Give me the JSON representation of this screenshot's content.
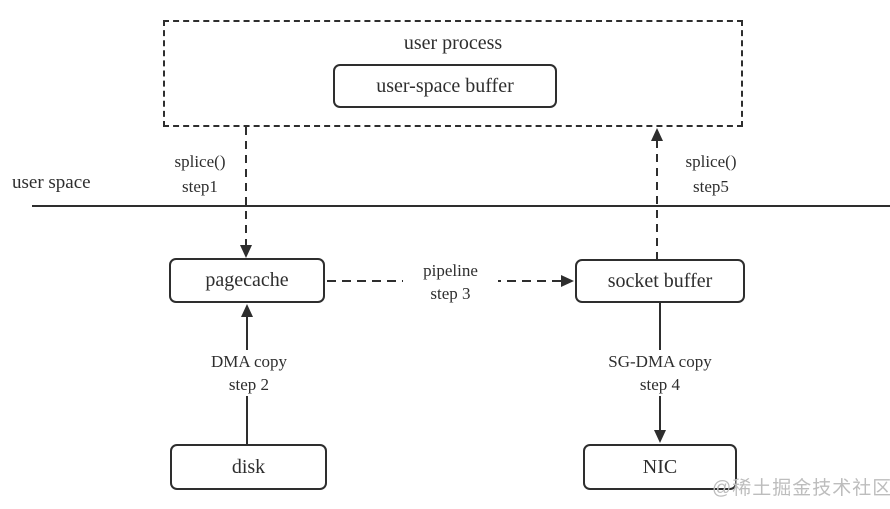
{
  "diagram": {
    "user_process": {
      "label": "user process"
    },
    "user_space_buffer": {
      "label": "user-space buffer"
    },
    "user_space": {
      "label": "user space"
    },
    "nodes": {
      "pagecache": {
        "label": "pagecache"
      },
      "socket_buffer": {
        "label": "socket buffer"
      },
      "disk": {
        "label": "disk"
      },
      "nic": {
        "label": "NIC"
      }
    },
    "arrows": {
      "splice_step1": {
        "label": "splice()",
        "step": "step1",
        "style": "dashed",
        "direction": "down",
        "from": "user process",
        "to": "pagecache"
      },
      "splice_step5": {
        "label": "splice()",
        "step": "step5",
        "style": "dashed",
        "direction": "up",
        "from": "socket buffer",
        "to": "user process"
      },
      "pipeline_step3": {
        "label": "pipeline",
        "step": "step 3",
        "style": "dashed",
        "direction": "right",
        "from": "pagecache",
        "to": "socket buffer"
      },
      "dma_step2": {
        "label": "DMA copy",
        "step": "step 2",
        "style": "solid",
        "direction": "up",
        "from": "disk",
        "to": "pagecache"
      },
      "sgdma_step4": {
        "label": "SG-DMA copy",
        "step": "step 4",
        "style": "solid",
        "direction": "down",
        "from": "socket buffer",
        "to": "NIC"
      }
    },
    "watermark": "@稀土掘金技术社区",
    "colors": {
      "ink": "#2e2e2e",
      "watermark": "#bdbdbd",
      "background": "#ffffff"
    }
  }
}
